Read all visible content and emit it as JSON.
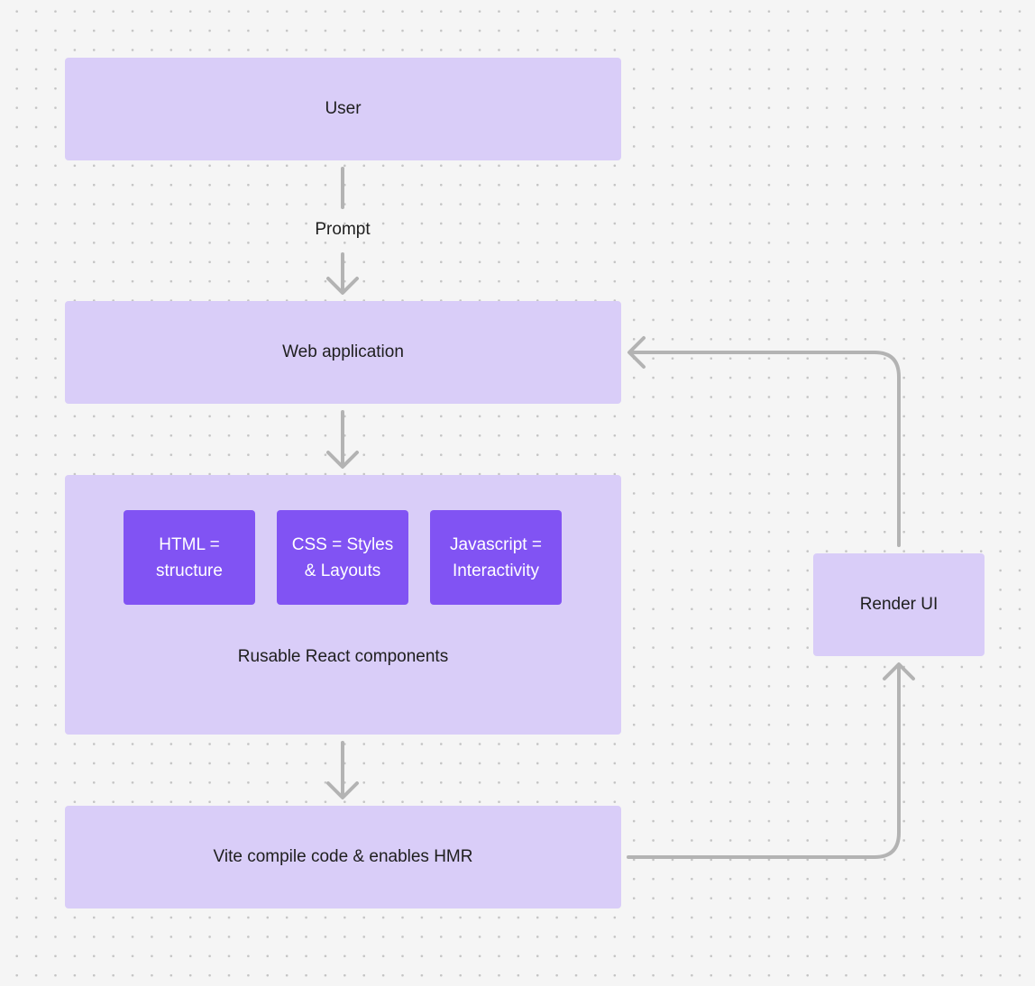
{
  "diagram": {
    "nodes": {
      "user": "User",
      "web_application": "Web application",
      "react_components": "Rusable React components",
      "vite": "Vite compile code & enables HMR",
      "render_ui": "Render UI"
    },
    "chips": {
      "html": "HTML =\nstructure",
      "css": "CSS = Styles\n& Layouts",
      "javascript": "Javascript =\nInteractivity"
    },
    "edges": {
      "user_to_web_label": "Prompt"
    },
    "colors": {
      "node_fill": "#d9cdf8",
      "chip_fill": "#8153f3",
      "arrow": "#b3b3b3",
      "background": "#f5f5f5"
    }
  }
}
